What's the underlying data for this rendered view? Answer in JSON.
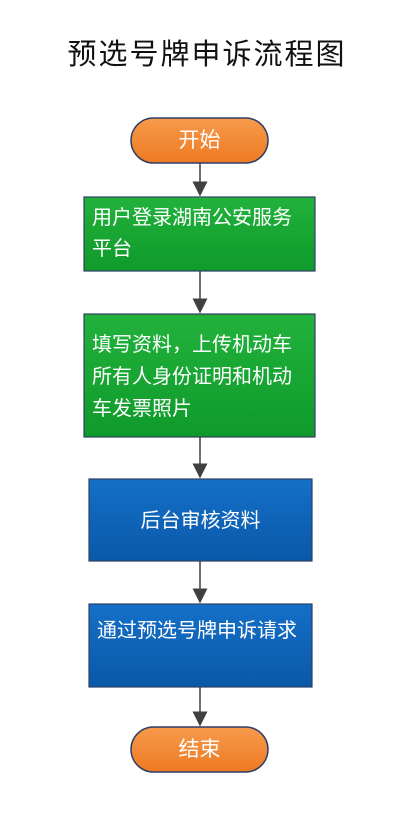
{
  "title": "预选号牌申诉流程图",
  "nodes": [
    {
      "id": "start",
      "shape": "terminal",
      "label": "开始",
      "color": "#F28A36"
    },
    {
      "id": "step1",
      "shape": "process",
      "label": "用户登录湖南公安服务平台",
      "color": "#18A833"
    },
    {
      "id": "step2",
      "shape": "process",
      "label": "填写资料，上传机动车所有人身份证明和机动车发票照片",
      "color": "#18A833"
    },
    {
      "id": "step3",
      "shape": "process",
      "label": "后台审核资料",
      "color": "#0B63B8"
    },
    {
      "id": "step4",
      "shape": "process",
      "label": "通过预选号牌申诉请求",
      "color": "#0B63B8"
    },
    {
      "id": "end",
      "shape": "terminal",
      "label": "结束",
      "color": "#F28A36"
    }
  ],
  "edges": [
    {
      "from": "start",
      "to": "step1"
    },
    {
      "from": "step1",
      "to": "step2"
    },
    {
      "from": "step2",
      "to": "step3"
    },
    {
      "from": "step3",
      "to": "step4"
    },
    {
      "from": "step4",
      "to": "end"
    }
  ],
  "colors": {
    "arrow": "#404040",
    "terminal_border": "#2F3F66",
    "process_border": "#2F3F66"
  }
}
